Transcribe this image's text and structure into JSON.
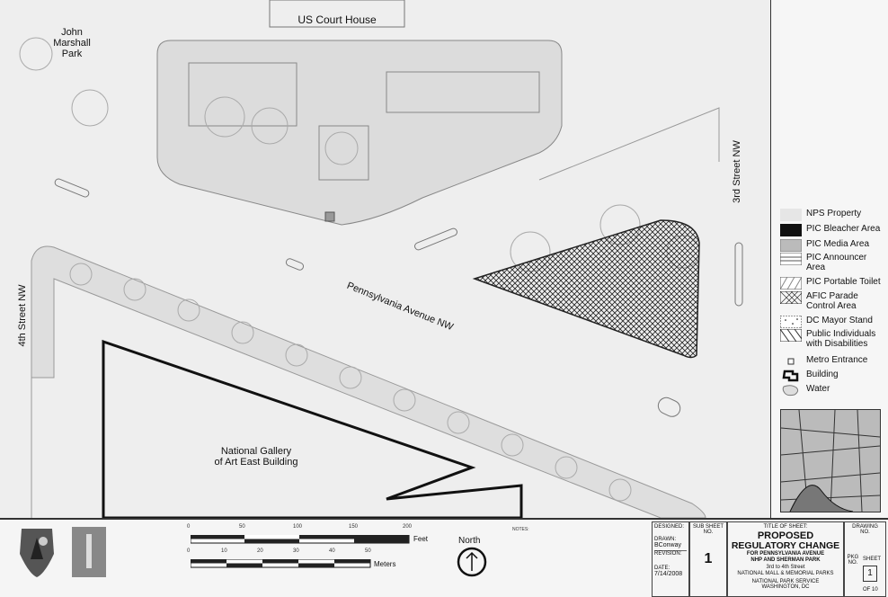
{
  "map_labels": {
    "court_house": "US Court House",
    "park": "John\nMarshall\nPark",
    "fourth_street": "4th Street NW",
    "third_street": "3rd Street NW",
    "avenue": "Pennsylvania Avenue NW",
    "gallery": "National Gallery\nof Art East Building"
  },
  "legend": [
    {
      "label": "NPS Property",
      "icon": "nps-property-swatch"
    },
    {
      "label": "PIC Bleacher Area",
      "icon": "bleacher-swatch"
    },
    {
      "label": "PIC Media Area",
      "icon": "media-swatch"
    },
    {
      "label": "PIC Announcer Area",
      "icon": "announcer-swatch"
    },
    {
      "label": "PIC Portable Toilet",
      "icon": "toilet-swatch"
    },
    {
      "label": "AFIC Parade Control Area",
      "icon": "parade-control-swatch"
    },
    {
      "label": "DC Mayor Stand",
      "icon": "mayor-stand-swatch"
    },
    {
      "label": "Public Individuals with Disabilities",
      "icon": "disabilities-swatch"
    },
    {
      "label": "Metro Entrance",
      "icon": "metro-icon"
    },
    {
      "label": "Building",
      "icon": "building-icon"
    },
    {
      "label": "Water",
      "icon": "water-icon"
    }
  ],
  "scale": {
    "feet_ticks": [
      "0",
      "50",
      "100",
      "150",
      "200"
    ],
    "feet_unit": "Feet",
    "meter_ticks": [
      "0",
      "10",
      "20",
      "30",
      "40",
      "50"
    ],
    "meter_unit": "Meters"
  },
  "north_label": "North",
  "notes_label": "NOTES:",
  "title_block": {
    "designed_label": "DESIGNED:",
    "drawn_label": "DRAWN:",
    "drawn_value": "BConway",
    "revision_label": "REVISION:",
    "date_label": "DATE:",
    "date_value": "7/14/2008",
    "sub_sheet_label": "SUB SHEET NO.",
    "sub_sheet_value": "1",
    "title_of_sheet_label": "TITLE OF SHEET:",
    "title_line1": "PROPOSED",
    "title_line2": "REGULATORY CHANGE",
    "title_line3": "FOR PENNSYLVANIA AVENUE",
    "title_line4": "NHP AND SHERMAN PARK",
    "title_line5": "3rd to 4th Street",
    "title_line6": "NATIONAL MALL & MEMORIAL PARKS",
    "title_line7": "NATIONAL PARK SERVICE",
    "title_line8": "WASHINGTON, DC",
    "drawing_no_label": "DRAWING NO.",
    "pkg_label": "PKG NO.",
    "sheet_label": "SHEET",
    "sheet_value": "1",
    "of_label": "OF 10"
  }
}
